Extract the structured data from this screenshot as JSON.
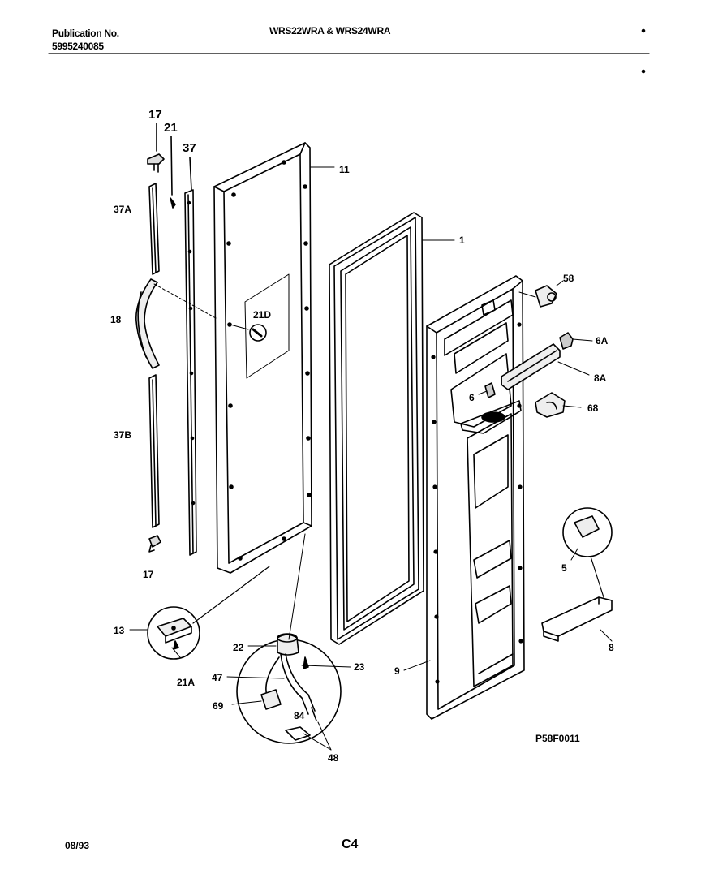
{
  "header": {
    "publication_label": "Publication No.",
    "publication_number": "5995240085",
    "model_numbers": "WRS22WRA & WRS24WRA"
  },
  "callouts": {
    "c17_top": "17",
    "c21": "21",
    "c37": "37",
    "c37A": "37A",
    "c18": "18",
    "c37B": "37B",
    "c17_bottom": "17",
    "c11": "11",
    "c21D": "21D",
    "c1": "1",
    "c58": "58",
    "c6A": "6A",
    "c6": "6",
    "c8A": "8A",
    "c68": "68",
    "c13": "13",
    "c21A": "21A",
    "c22": "22",
    "c23": "23",
    "c47": "47",
    "c69": "69",
    "c84": "84",
    "c48": "48",
    "c9": "9",
    "c5": "5",
    "c8": "8"
  },
  "figure_code": "P58F0011",
  "footer": {
    "date": "08/93",
    "page_code": "C4"
  }
}
